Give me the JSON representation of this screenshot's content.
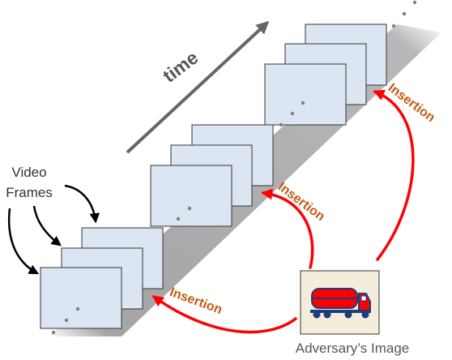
{
  "labels": {
    "video_frames_line1": "Video",
    "video_frames_line2": "Frames",
    "time": "time",
    "insertion_1": "Insertion",
    "insertion_2": "Insertion",
    "insertion_3": "Insertion",
    "adversary_image": "Adversary’s Image"
  },
  "icons": {
    "adversary_image": "tanker-truck-icon"
  },
  "colors": {
    "frame_fill": "#DCE6F2",
    "frame_border": "#333333",
    "insertion_arrow": "#FF0000",
    "insertion_text": "#C55A11",
    "time_arrow": "#666666",
    "shadow": "#A6A6A6",
    "adversary_bg": "#F5EDDC",
    "truck": "#FF0000"
  }
}
